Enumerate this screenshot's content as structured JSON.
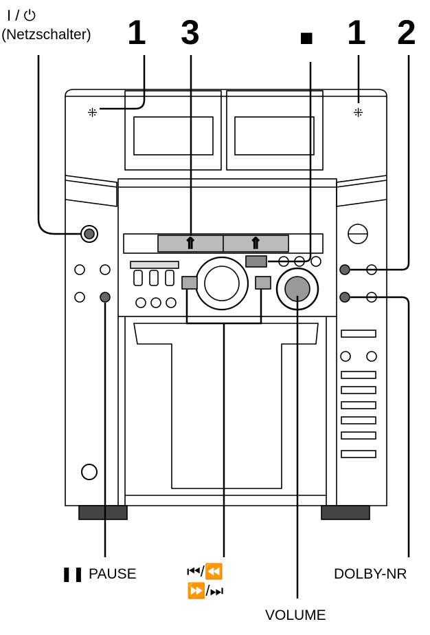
{
  "callouts": {
    "power_symbol": "I / ⏻",
    "power_label": "(Netzschalter)",
    "num_1a": "1",
    "num_3": "3",
    "stop_symbol": "■",
    "num_1b": "1",
    "num_2": "2",
    "pause": "❚❚ PAUSE",
    "skip_line1": "⏮/⏪",
    "skip_line2": "⏩/⏭",
    "dolby": "DOLBY-NR",
    "volume": "VOLUME"
  }
}
